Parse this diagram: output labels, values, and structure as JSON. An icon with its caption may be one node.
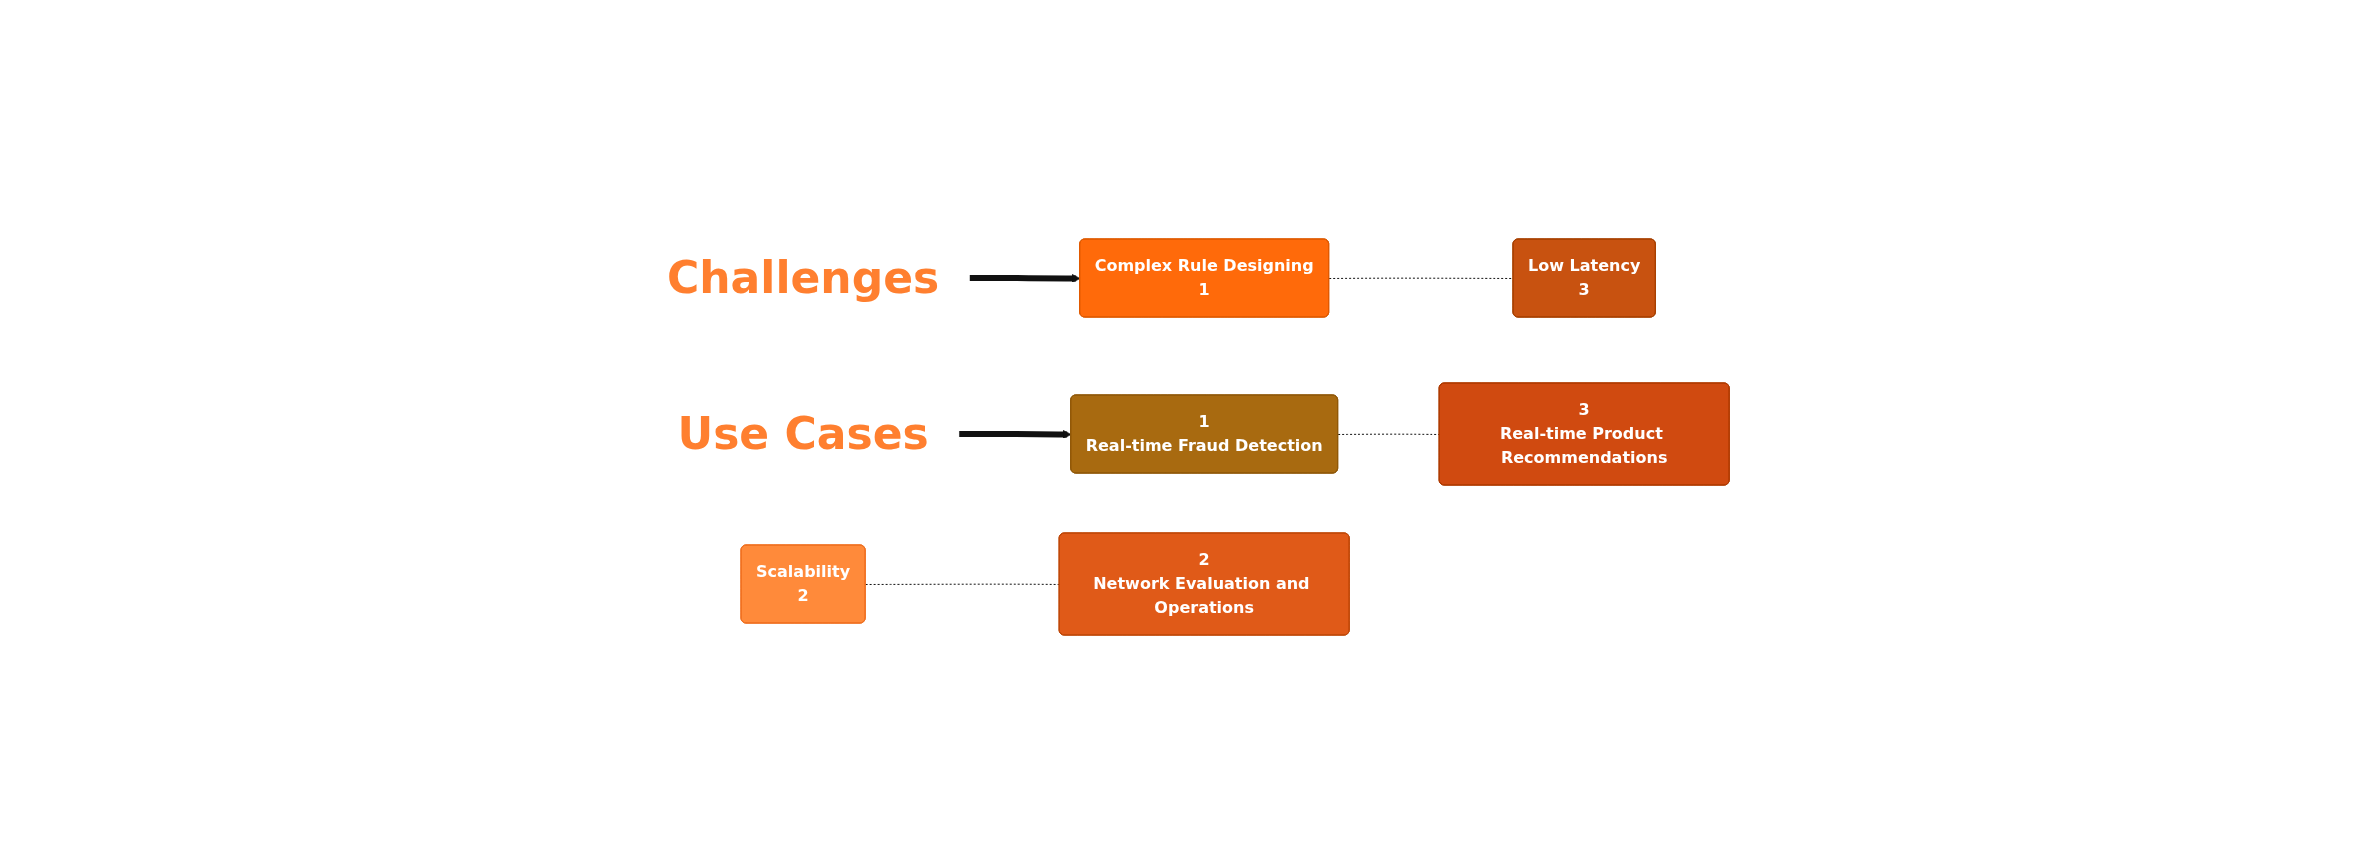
{
  "diagram": {
    "nodes": [
      {
        "text": [
          "Challenges"
        ]
      },
      {
        "text": [
          "Complex Rule Designing",
          "1"
        ]
      },
      {
        "text": [
          "Scalability",
          "2"
        ]
      },
      {
        "text": [
          "Low Latency",
          "3"
        ]
      },
      {
        "text": [
          "Use Cases"
        ]
      },
      {
        "text": [
          "1",
          "Real-time Fraud Detection"
        ]
      },
      {
        "text": [
          "2",
          "Network Evaluation and Operations"
        ]
      },
      {
        "text": [
          "3",
          "Real-time Product Recommendations"
        ]
      }
    ],
    "edges": [
      {
        "from": 0,
        "to": 1,
        "arrow": "to",
        "style": "thick"
      },
      {
        "from": 1,
        "to": 3,
        "arrow": "none",
        "style": "dashed"
      },
      {
        "from": 2,
        "to": 6,
        "arrow": "none",
        "style": "dashed"
      },
      {
        "from": 4,
        "to": 5,
        "arrow": "to",
        "style": "thick"
      },
      {
        "from": 5,
        "to": 7,
        "arrow": "none",
        "style": "dashed"
      }
    ]
  }
}
